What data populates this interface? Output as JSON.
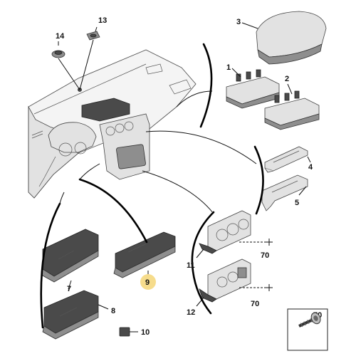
{
  "callouts": {
    "c1": "1",
    "c2": "2",
    "c3": "3",
    "c4": "4",
    "c5": "5",
    "c7": "7",
    "c8": "8",
    "c9": "9",
    "c10": "10",
    "c11": "11",
    "c12": "12",
    "c13": "13",
    "c14": "14",
    "c70a": "70",
    "c70b": "70"
  },
  "legend": {
    "label": "70"
  },
  "colors": {
    "highlight": "#f6dc8c",
    "part_dark": "#4a4a4a",
    "part_light": "#e2e2e2"
  }
}
